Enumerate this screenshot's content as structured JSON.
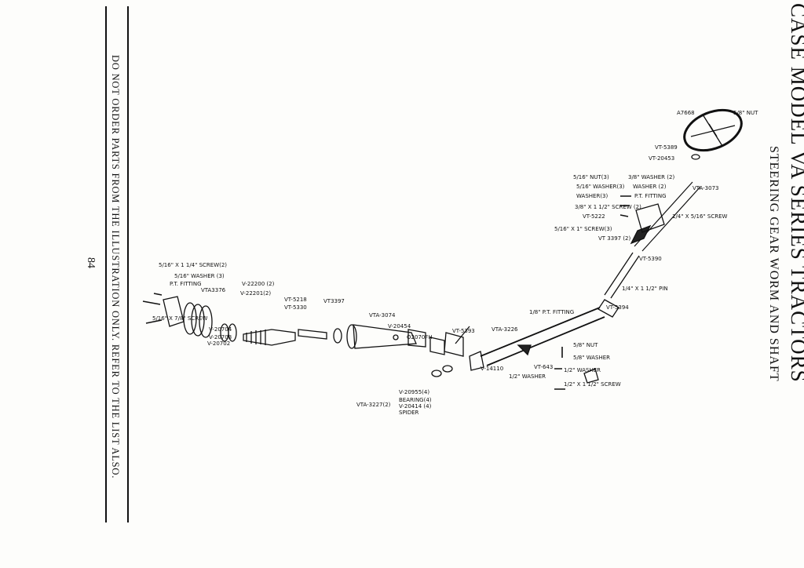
{
  "header": {
    "title": "CASE MODEL VA SERIES TRACTORS",
    "subtitle": "STEERING GEAR WORM AND SHAFT"
  },
  "footer": {
    "notice": "DO NOT ORDER PARTS FROM THE ILLUSTRATION ONLY.  REFER TO THE LIST ALSO.",
    "page_number": "84"
  },
  "parts": {
    "a7668": "A7668",
    "nut_58": "5/8\" NUT",
    "vt5389": "VT-5389",
    "vt20453": "VT-20453",
    "nut_516": "5/16\" NUT(3)",
    "washer_516_3": "5/16\" WASHER(3)",
    "washer_3": "WASHER(3)",
    "screw_38": "3/8\" X 1 1/2\" SCREW (2)",
    "vt5222": "VT-5222",
    "screw_516": "5/16\" X 1\" SCREW(3)",
    "washer_2a": "3/8\" WASHER (2)",
    "washer_2b": "WASHER (2)",
    "pt_fitting_top": "P.T. FITTING",
    "vta3073": "VTA-3073",
    "screw_14": "1/4\" X 5/16\" SCREW",
    "vt3397_2": "VT 3397 (2)",
    "vt5390": "VT-5390",
    "pin": "1/4\" X 1 1/2\" PIN",
    "vt5394": "VT-5394",
    "pt_fitting_mid": "1/8\" P.T. FITTING",
    "vta3226": "VTA-3226",
    "nut_58b": "5/8\" NUT",
    "washer_58": "5/8\" WASHER",
    "v14110": "V-14110",
    "vt643": "VT-643",
    "washer_12a": "1/2\" WASHER",
    "washer_12b": "1/2\" WASHER",
    "screw_12": "1/2\" X 1 1/2\" SCREW",
    "o2070fh": "O2070FH",
    "vt5393": "VT-5393",
    "vta3074": "VTA-3074",
    "v20454": "V-20454",
    "vt3397": "VT3397",
    "vt5218": "VT-5218",
    "vt5330": "VT-5330",
    "v22200": "V-22200 (2)",
    "v22201": "V-22201(2)",
    "screw_516b": "5/16\" X 1 1/4\" SCREW(2)",
    "washer_516b": "5/16\" WASHER (3)",
    "pt_fitting_left": "P.T. FITTING",
    "vta3376": "VTA3376",
    "screw_516c": "5/16\" X 7/8\" SCREW",
    "v20704": "V-20704",
    "v20703": "V-20703",
    "v20702": "V-20702",
    "vta3227": "VTA-3227(2)",
    "v20955": "V-20955(4)",
    "bearing": "BEARING(4)",
    "v20414": "V-20414 (4)",
    "spider": "SPIDER"
  }
}
